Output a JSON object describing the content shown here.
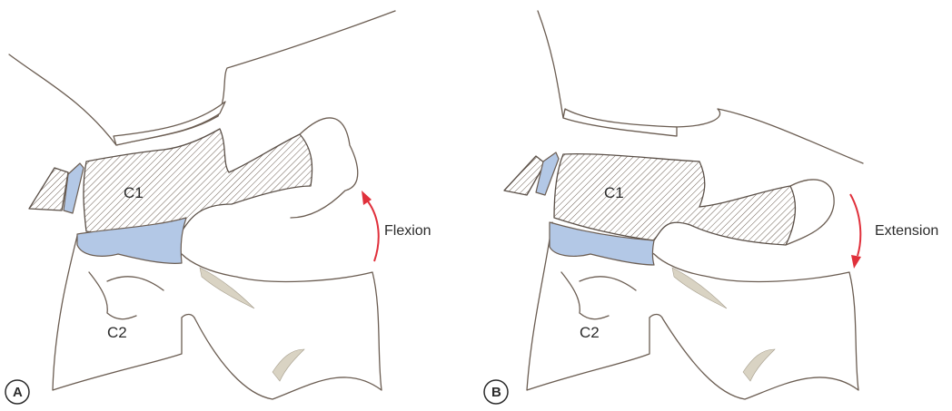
{
  "panels": [
    {
      "badge": "A",
      "vertebra_upper": "C1",
      "vertebra_lower": "C2",
      "motion": "Flexion",
      "motion_direction": "up"
    },
    {
      "badge": "B",
      "vertebra_upper": "C1",
      "vertebra_lower": "C2",
      "motion": "Extension",
      "motion_direction": "down"
    }
  ],
  "colors": {
    "cartilage": "#b3c8e6",
    "arrow": "#e0303b",
    "outline": "#6b5d52",
    "shading": "#d9d3c3"
  }
}
